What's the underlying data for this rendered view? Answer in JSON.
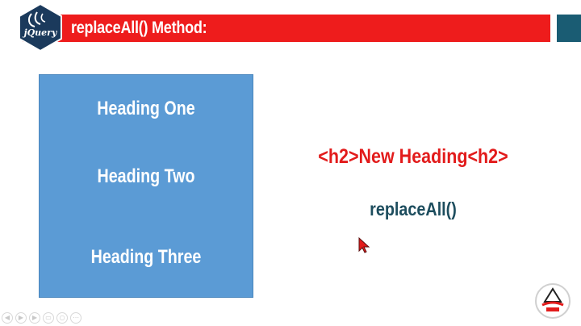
{
  "header": {
    "title": "replaceAll() Method:",
    "logo_text": "jQuery",
    "bar_color": "#ee1c1c",
    "accent_block_color": "#1a5c73"
  },
  "box": {
    "color": "#5b9bd5",
    "headings": [
      "Heading One",
      "Heading Two",
      "Heading Three"
    ]
  },
  "content": {
    "code_line": "<h2>New Heading<h2>",
    "method_label": "replaceAll()"
  },
  "player_controls": {
    "icons": [
      "back-icon",
      "play-icon",
      "forward-icon",
      "pages-icon",
      "zoom-icon",
      "more-icon"
    ]
  },
  "badge": {
    "icon": "channel-logo-icon"
  }
}
